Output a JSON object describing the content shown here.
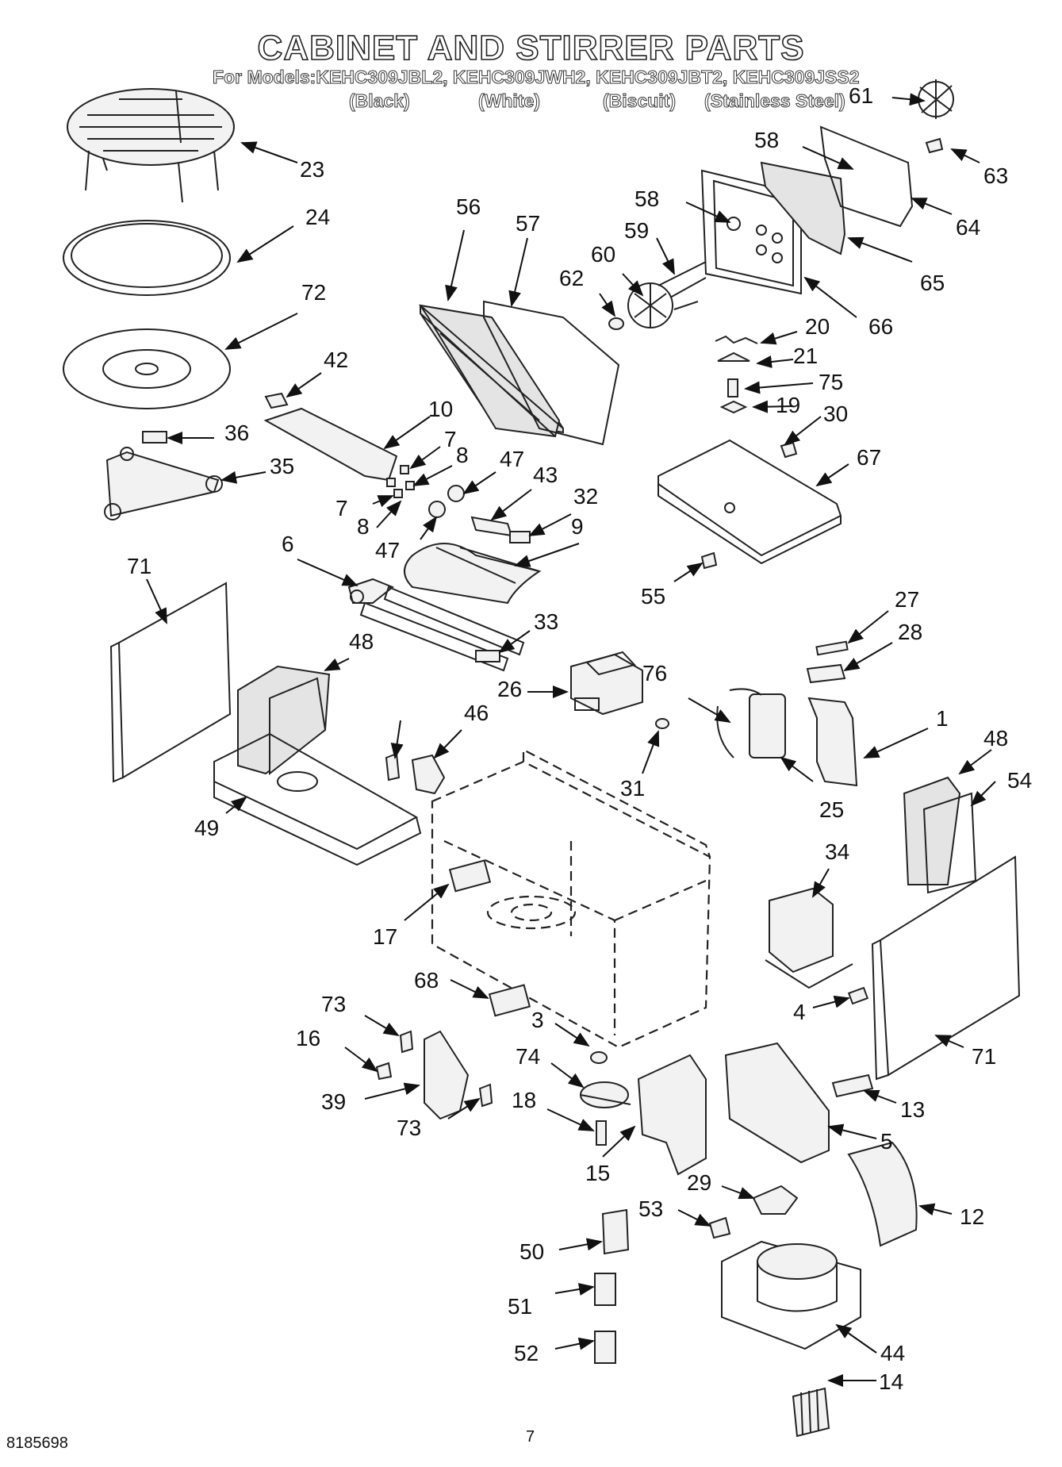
{
  "title": "CABINET AND STIRRER PARTS",
  "models_line": "For Models:KEHC309JBL2, KEHC309JWH2, KEHC309JBT2, KEHC309JSS2",
  "finishes": [
    "(Black)",
    "(White)",
    "(Biscuit)",
    "(Stainless Steel)"
  ],
  "footer": {
    "doc_number": "8185698",
    "page_number": "7"
  },
  "callouts": [
    "61",
    "58",
    "63",
    "64",
    "65",
    "66",
    "20",
    "21",
    "75",
    "19",
    "30",
    "67",
    "55",
    "27",
    "28",
    "1",
    "25",
    "48",
    "54",
    "34",
    "71",
    "4",
    "13",
    "5",
    "12",
    "29",
    "44",
    "14",
    "53",
    "50",
    "51",
    "52",
    "15",
    "18",
    "74",
    "3",
    "68",
    "73",
    "16",
    "39",
    "17",
    "49",
    "48",
    "71",
    "6",
    "33",
    "26",
    "76",
    "31",
    "46",
    "9",
    "32",
    "43",
    "47",
    "8",
    "7",
    "10",
    "42",
    "36",
    "35",
    "72",
    "24",
    "23",
    "56",
    "57",
    "58",
    "59",
    "60",
    "62",
    "7",
    "8",
    "47",
    "73"
  ],
  "colors": {
    "ink": "#222222",
    "paper": "#ffffff"
  }
}
